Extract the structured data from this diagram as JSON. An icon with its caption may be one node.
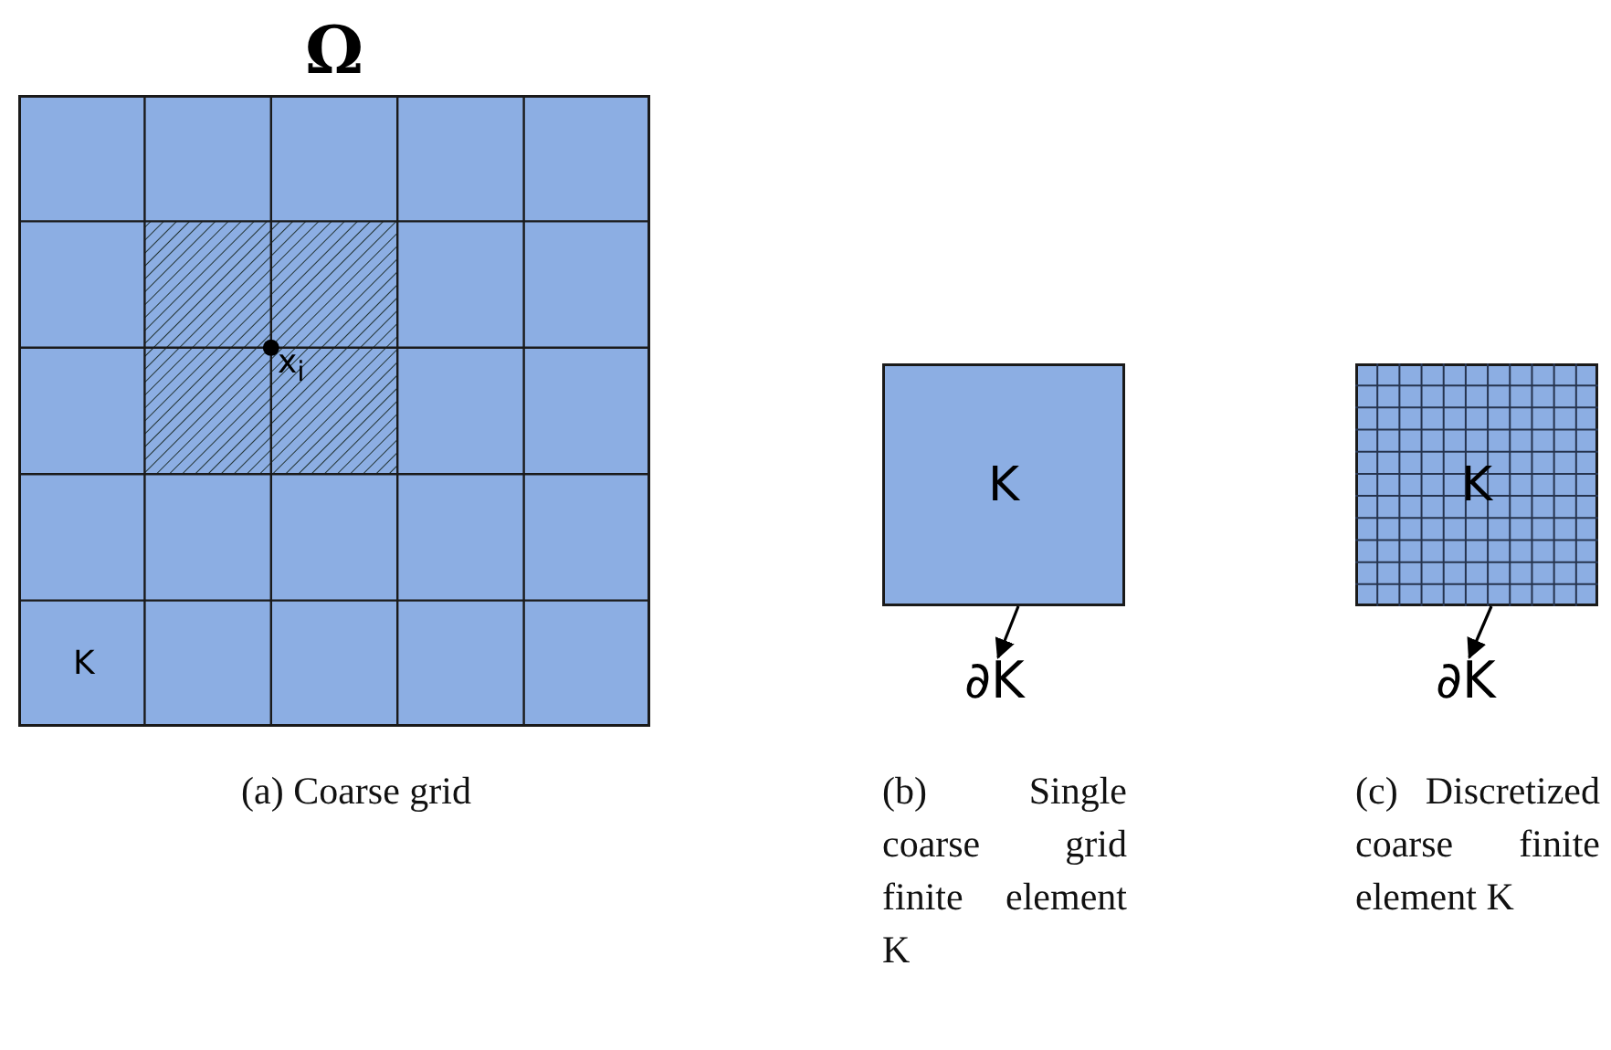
{
  "diagram": {
    "nodes": [
      {
        "text": [
          "Ω"
        ],
        "beside": [
          "(a) Coarse grid"
        ]
      },
      {
        "text": [
          "K"
        ]
      },
      {
        "text": [
          "∂K"
        ]
      },
      {
        "text": [
          "K"
        ]
      },
      {
        "text": [
          "∂K"
        ]
      }
    ],
    "edges": [
      {
        "from": 1,
        "to": 2,
        "arrow": "to"
      },
      {
        "from": 3,
        "to": 4,
        "arrow": "to"
      }
    ],
    "labels": [
      "K",
      "x$_{i}$",
      "(b) Single coarse grid finite element K",
      "(c) Discretized coarse finite element K"
    ]
  }
}
